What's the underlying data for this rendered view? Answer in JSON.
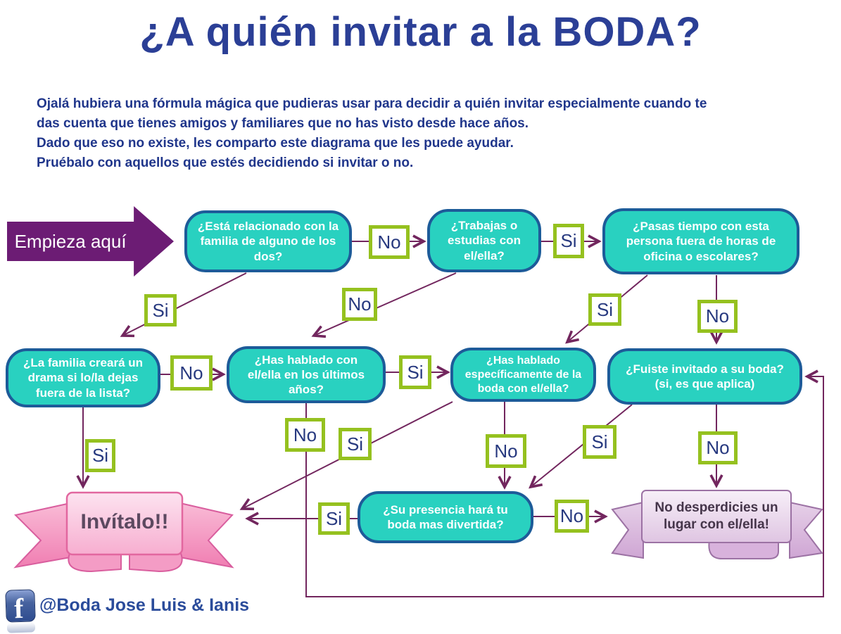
{
  "title": "¿A quién invitar a la BODA?",
  "intro": {
    "lines": [
      "Ojalá hubiera una fórmula mágica que pudieras usar para decidir a quién invitar especialmente cuando te",
      "das cuenta que tienes amigos y familiares que no has visto desde hace años.",
      "Dado que eso no existe, les comparto este diagrama que les puede ayudar.",
      "Pruébalo con aquellos que estés decidiendo si invitar o no."
    ]
  },
  "start": {
    "label": "Empieza aquí"
  },
  "answers": {
    "si": "Si",
    "no": "No"
  },
  "questions": {
    "related_family": "¿Está relacionado con la familia de alguno de los dos?",
    "work_study": "¿Trabajas o estudias con el/ella?",
    "time_outside": "¿Pasas tiempo con esta persona fuera de horas de oficina o escolares?",
    "family_drama": "¿La familia creará un drama si lo/la dejas fuera de la lista?",
    "talked_recent": "¿Has hablado con el/ella en los últimos años?",
    "talked_wedding": "¿Has hablado específicamente de la boda con el/ella?",
    "invited_their_wedding": "¿Fuiste invitado a su boda? (si, es que aplica)",
    "more_fun": "¿Su presencia hará tu boda mas divertida?"
  },
  "outcomes": {
    "invite": "Invítalo!!",
    "reject": "No desperdicies un lugar con el/ella!"
  },
  "edges": [
    {
      "from": "start",
      "to": "related_family"
    },
    {
      "from": "related_family",
      "answer": "No",
      "to": "work_study"
    },
    {
      "from": "related_family",
      "answer": "Si",
      "to": "family_drama"
    },
    {
      "from": "work_study",
      "answer": "Si",
      "to": "time_outside"
    },
    {
      "from": "work_study",
      "answer": "No",
      "to": "talked_recent"
    },
    {
      "from": "time_outside",
      "answer": "Si",
      "to": "talked_wedding"
    },
    {
      "from": "time_outside",
      "answer": "No",
      "to": "invited_their_wedding"
    },
    {
      "from": "family_drama",
      "answer": "No",
      "to": "talked_recent"
    },
    {
      "from": "family_drama",
      "answer": "Si",
      "to": "invite"
    },
    {
      "from": "talked_recent",
      "answer": "Si",
      "to": "talked_wedding"
    },
    {
      "from": "talked_recent",
      "answer": "No",
      "to": "invited_their_wedding"
    },
    {
      "from": "talked_wedding",
      "answer": "Si",
      "to": "invite"
    },
    {
      "from": "talked_wedding",
      "answer": "No",
      "to": "more_fun"
    },
    {
      "from": "invited_their_wedding",
      "answer": "Si",
      "to": "more_fun"
    },
    {
      "from": "invited_their_wedding",
      "answer": "No",
      "to": "reject"
    },
    {
      "from": "more_fun",
      "answer": "Si",
      "to": "invite"
    },
    {
      "from": "more_fun",
      "answer": "No",
      "to": "reject"
    }
  ],
  "footer": {
    "handle": "@Boda Jose Luis & Ianis",
    "facebook_glyph": "f"
  },
  "colors": {
    "title_blue": "#2b3f96",
    "intro_navy": "#20368b",
    "node_fill_teal": "#29d1c0",
    "node_border_blue": "#1d5b99",
    "answer_border_green": "#95c11f",
    "answer_text_navy": "#27397f",
    "connector_purple": "#72265e",
    "start_arrow_purple": "#6c1c74",
    "invite_ribbon_pink": "#f7aed0",
    "reject_ribbon_lavender": "#dfc5e2",
    "facebook_blue": "#2e4c8f"
  }
}
